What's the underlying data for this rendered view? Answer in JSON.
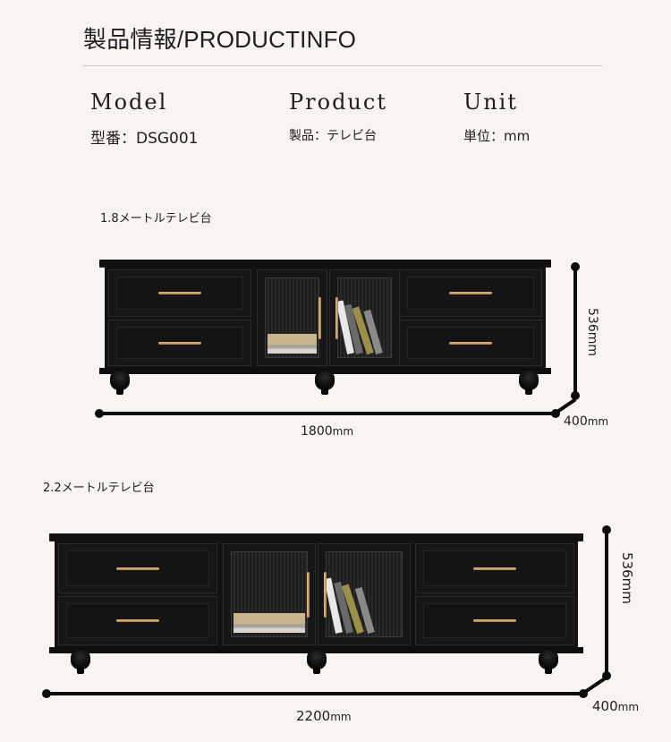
{
  "header": {
    "title": "製品情報/PRODUCTINFO",
    "divider_color": "#cfc8b8"
  },
  "specs": [
    {
      "heading": "Model",
      "value": "型番：DSG001"
    },
    {
      "heading": "Product",
      "value": "製品：テレビ台"
    },
    {
      "heading": "Unit",
      "value": "単位：mm"
    }
  ],
  "variants": [
    {
      "label": "1.8メートルテレビ台",
      "width": {
        "num": "1800",
        "unit": "mm"
      },
      "height": "536mm",
      "depth": {
        "num": "400",
        "unit": "mm"
      }
    },
    {
      "label": "2.2メートルテレビ台",
      "width": {
        "num": "2200",
        "unit": "mm"
      },
      "height": "536mm",
      "depth": {
        "num": "400",
        "unit": "mm"
      }
    }
  ],
  "colors": {
    "background": "#f7f4f2",
    "cabinet": "#131313",
    "handle_gold": "#c9a06a",
    "dimension_line": "#0c0c0c"
  }
}
